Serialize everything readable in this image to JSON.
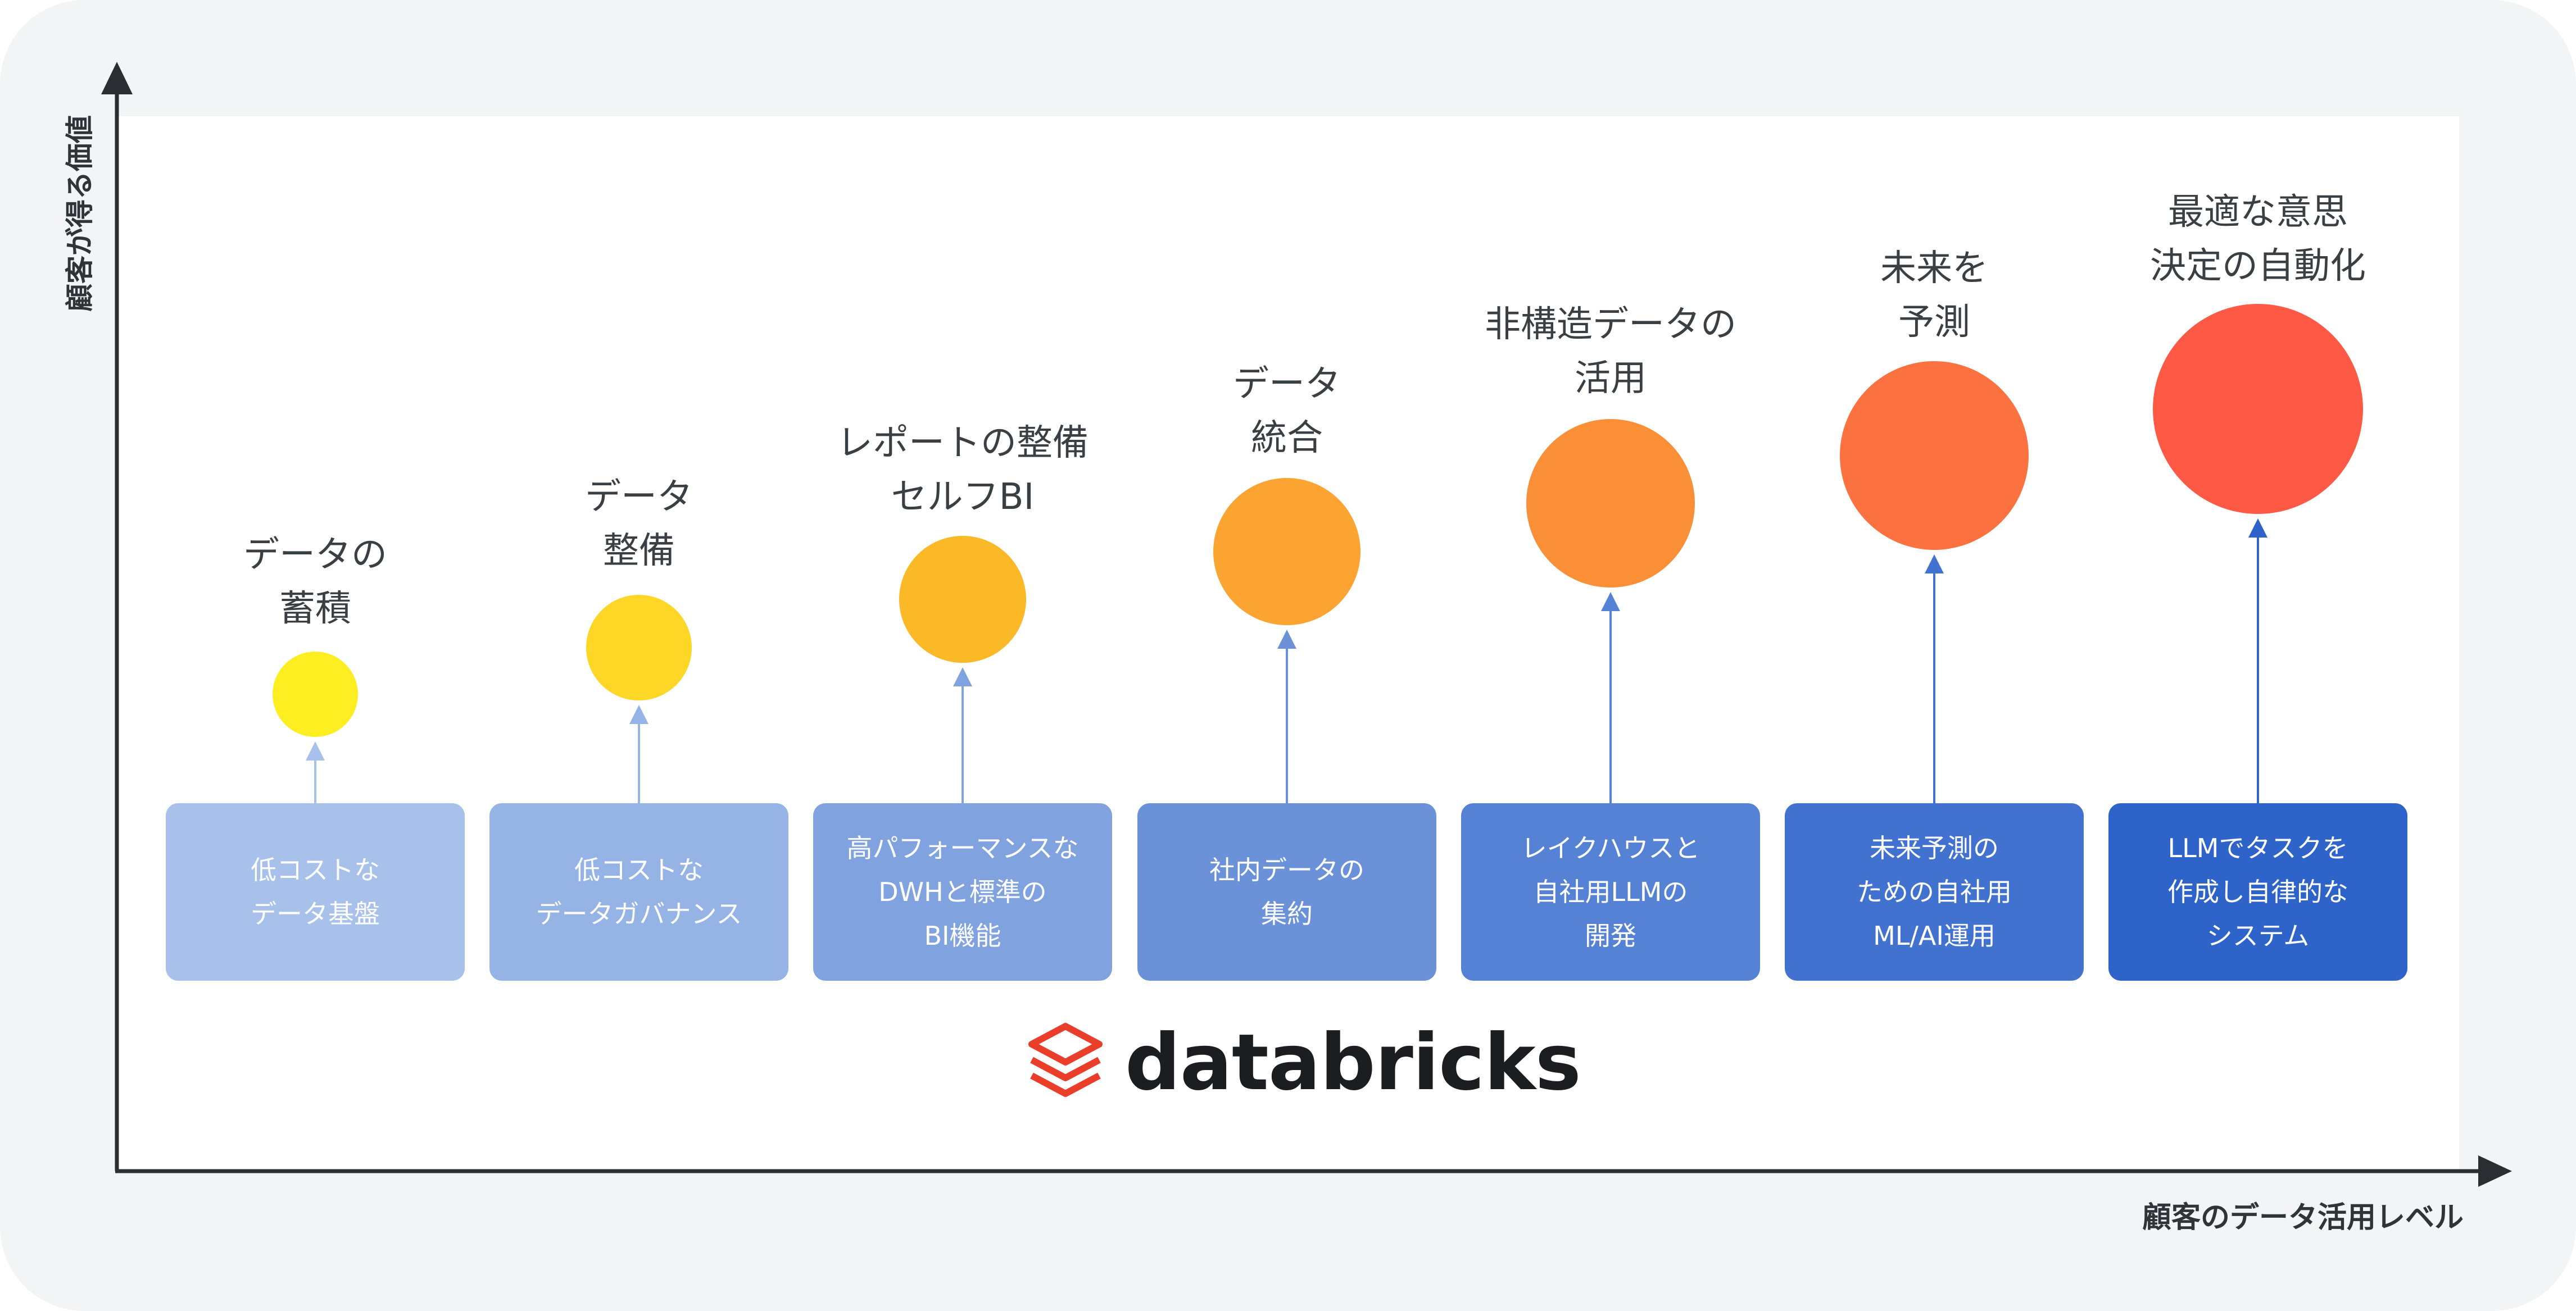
{
  "axes": {
    "y_label": "顧客が得る価値",
    "x_label": "顧客のデータ活用レベル"
  },
  "stages": [
    {
      "title": "データの\n蓄積",
      "box": "低コストな\nデータ基盤",
      "color": "#fcee21",
      "box_color": "#a8c1ea",
      "arrow_color": "#a8c1ea"
    },
    {
      "title": "データ\n整備",
      "box": "低コストな\nデータガバナンス",
      "color": "#fdd626",
      "box_color": "#95b3e5",
      "arrow_color": "#95b3e5"
    },
    {
      "title": "レポートの整備\nセルフBI",
      "box": "高パフォーマンスな\nDWHと標準の\nBI機能",
      "color": "#fbb928",
      "box_color": "#80a3e0",
      "arrow_color": "#80a3e0"
    },
    {
      "title": "データ\n統合",
      "box": "社内データの\n集約",
      "color": "#fca432",
      "box_color": "#6b92d9",
      "arrow_color": "#6b92d9"
    },
    {
      "title": "非構造データの\n活用",
      "box": "レイクハウスと\n自社用LLMの\n開発",
      "color": "#fb8f38",
      "box_color": "#5582d4",
      "arrow_color": "#5582d4"
    },
    {
      "title": "未来を\n予測",
      "box": "未来予測の\nための自社用\nML/AI運用",
      "color": "#fc7140",
      "box_color": "#4272cf",
      "arrow_color": "#4272cf"
    },
    {
      "title": "最適な意思\n決定の自動化",
      "box": "LLMでタスクを\n作成し自律的な\nシステム",
      "color": "#fd5945",
      "box_color": "#2e63c9",
      "arrow_color": "#2e63c9"
    }
  ],
  "logo": {
    "text": "databricks",
    "icon": "databricks-stack-icon",
    "color": "#ea3e2b"
  }
}
